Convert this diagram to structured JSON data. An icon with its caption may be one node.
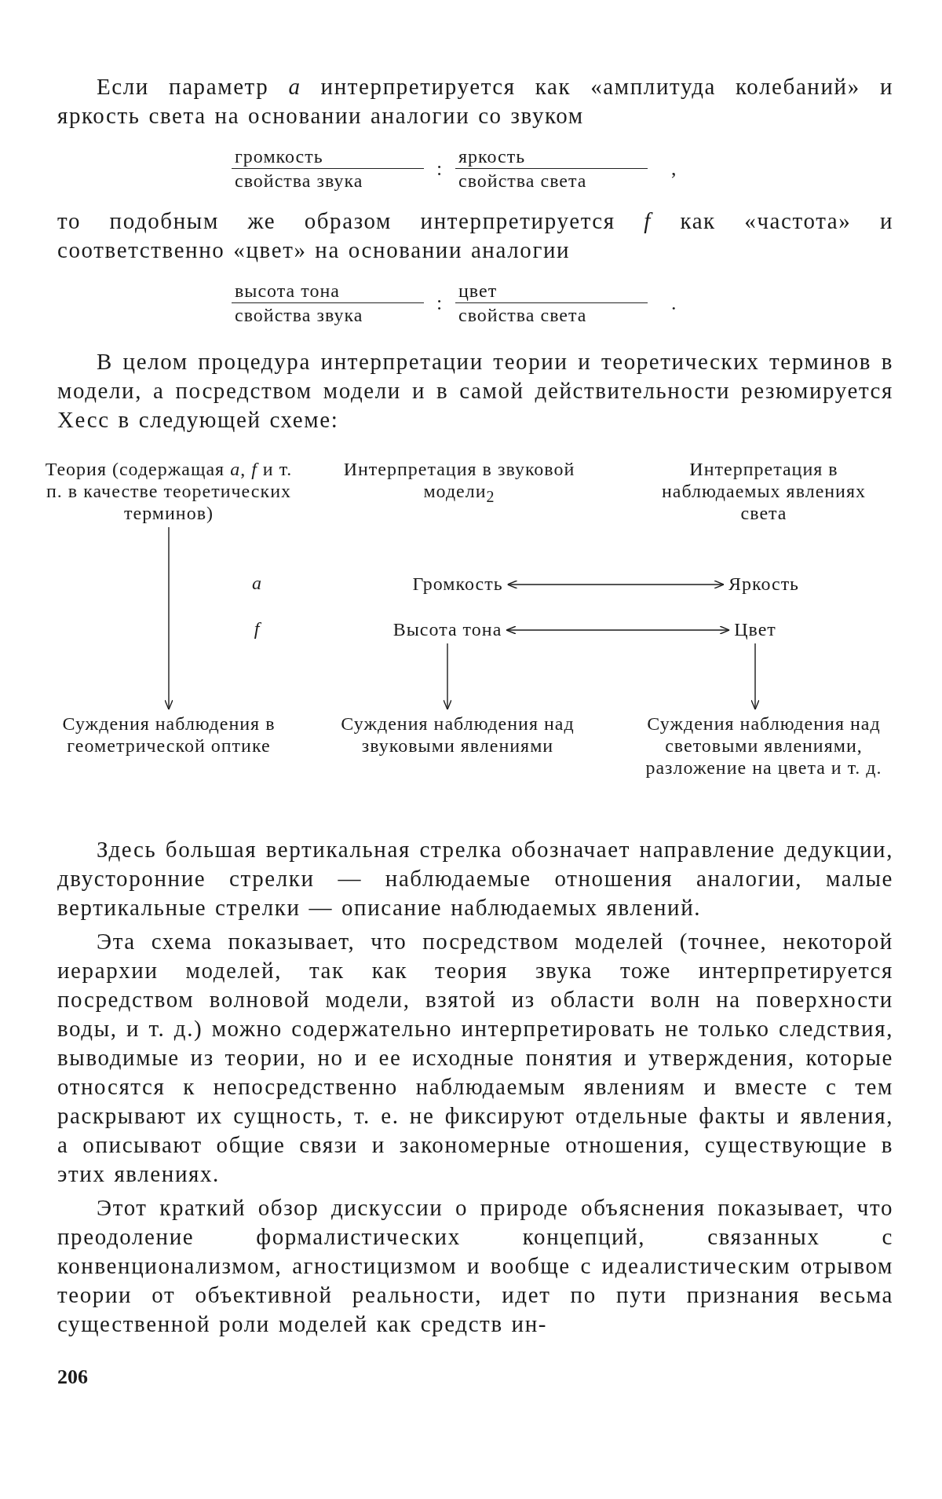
{
  "diagram": {
    "nodes": [
      {
        "text": [
          "Теория (содержащая *a*, *f* и т. п. в качестве теоретических терминов)"
        ]
      },
      {
        "text": [
          "Интерпретация в звуковой модели$_{2}$"
        ]
      },
      {
        "text": [
          "Интерпретация в наблюдаемых явлениях света"
        ]
      },
      {
        "text": [
          "Громкость"
        ]
      },
      {
        "text": [
          "Яркость"
        ]
      },
      {
        "text": [
          "Высота тона"
        ]
      },
      {
        "text": [
          "Цвет"
        ]
      },
      {
        "text": [
          "Суждения наблюдения в геометрической оптике"
        ]
      },
      {
        "text": [
          "Суждения наблюдения над звуковыми явлениями"
        ]
      },
      {
        "text": [
          "Суждения наблюдения над световыми явлениями, разложение на цвета и т. д."
        ]
      }
    ],
    "edges": [
      {
        "from": 0,
        "to": 7,
        "arrow": "to"
      },
      {
        "from": 3,
        "to": 4,
        "arrow": "both"
      },
      {
        "from": 5,
        "to": 6,
        "arrow": "both"
      },
      {
        "from": 5,
        "to": 8,
        "arrow": "to"
      },
      {
        "from": 6,
        "to": 9,
        "arrow": "to"
      }
    ],
    "labels": [
      "Если параметр *a* интерпретируется как «амплитуда колебаний» и яркость света на основании аналогии со звуком",
      "громкость",
      "свойства звука",
      ":",
      "яркость",
      "свойства света",
      ",",
      "то подобным же образом интерпретируется *f* как «частота» и соответственно «цвет» на основании аналогии",
      "высота тона",
      "свойства звука",
      ":",
      "цвет",
      "свойства света",
      ".",
      "В целом процедура интерпретации теории и теоретических терминов в модели, а посредством модели и в самой действительности резюмируется Хесс в следующей схеме:",
      "a",
      "f",
      "Здесь большая вертикальная стрелка обозначает направление дедукции, двусторонние стрелки — наблюдаемые отношения аналогии, малые вертикальные стрелки — описание наблюдаемых явлений.",
      "Эта схема показывает, что посредством моделей (точнее, некоторой иерархии моделей, так как теория звука тоже интерпретируется посредством волновой модели, взятой из области волн на поверхности воды, и т. д.) можно содержательно интерпретировать не только следствия, выводимые из теории, но и ее исходные понятия и утверждения, которые относятся к непосредственно наблюдаемым явлениям и вместе с тем раскрывают их сущность, т. е. не фиксируют отдельные факты и явления, а описывают общие связи и закономерные отношения, существующие в этих явлениях.",
      "Этот краткий обзор дискуссии о природе объяснения показывает, что преодоление формалистических концепций, связанных с конвенционализмом, агностицизмом и вообще с идеалистическим отрывом теории от объективной реальности, идет по пути признания весьма существенной роли моделей как средств ин-",
      "206"
    ]
  }
}
